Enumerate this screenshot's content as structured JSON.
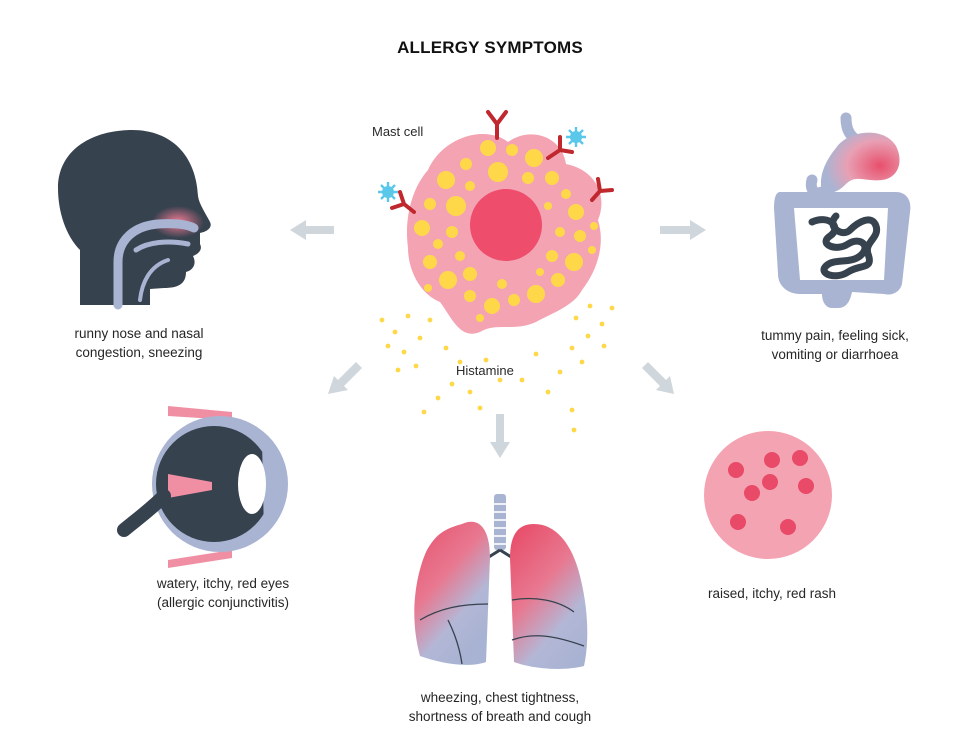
{
  "title": "ALLERGY SYMPTOMS",
  "center": {
    "mast_cell_label": "Mast cell",
    "histamine_label": "Histamine"
  },
  "symptoms": {
    "nose": {
      "line1": "runny nose and nasal",
      "line2": "congestion, sneezing",
      "icon": "head-profile-icon"
    },
    "stomach": {
      "line1": "tummy pain, feeling sick,",
      "line2": "vomiting or diarrhoea",
      "icon": "digestive-system-icon"
    },
    "eyes": {
      "line1": "watery, itchy, red eyes",
      "line2": "(allergic conjunctivitis)",
      "icon": "eye-icon"
    },
    "skin": {
      "line1": "raised, itchy, red rash",
      "icon": "rash-icon"
    },
    "lungs": {
      "line1": "wheezing, chest tightness,",
      "line2": "shortness of breath and cough",
      "icon": "lungs-icon"
    }
  },
  "colors": {
    "dark": "#37424f",
    "light_blue": "#a9b4d3",
    "pink": "#f08fa3",
    "red": "#e84a67",
    "yellow": "#ffd84a",
    "arrow": "#cfd6dc",
    "antibody": "#c0282e",
    "allergen": "#5bc8ea"
  }
}
